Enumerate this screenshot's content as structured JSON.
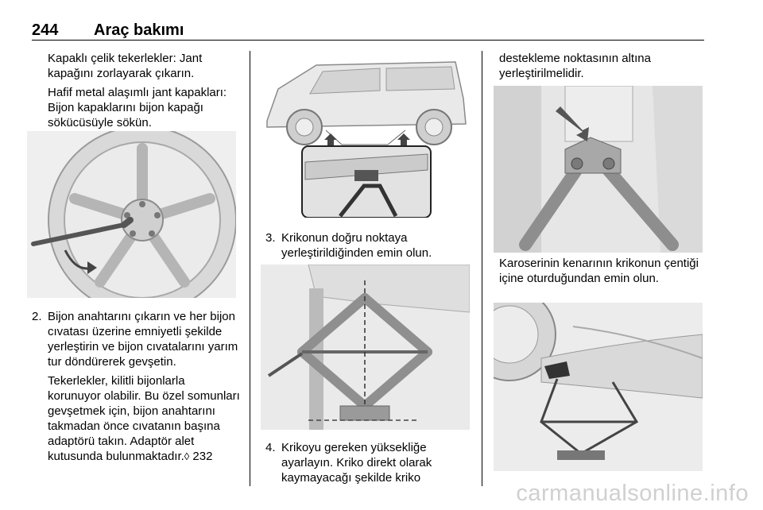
{
  "header": {
    "page_number": "244",
    "title": "Araç bakımı"
  },
  "col1": {
    "p1": "Kapaklı çelik tekerlekler: Jant kapağını zorlayarak çıkarın.",
    "p2": "Hafif metal alaşımlı jant kapakları: Bijon kapaklarını bijon kapağı sökücüsüyle sökün.",
    "step2_num": "2.",
    "step2_text": "Bijon anahtarını çıkarın ve her bijon cıvatası üzerine emniyetli şekilde yerleştirin ve bijon cıvatalarını yarım tur döndürerek gevşetin.",
    "p3": "Tekerlekler, kilitli bijonlarla korunuyor olabilir. Bu özel somunları gevşetmek için, bijon anahtarını takmadan önce cıvatanın başına adaptörü takın. Adaptör alet kutusunda bulunmaktadır.",
    "ref_icon": "reference-arrow-icon",
    "ref_glyph": "◊",
    "ref_page": "232"
  },
  "col2": {
    "step3_num": "3.",
    "step3_text": "Krikonun doğru noktaya yerleştirildiğinden emin olun.",
    "step4_num": "4.",
    "step4_text": "Krikoyu gereken yüksekliğe ayarlayın. Kriko direkt olarak kaymayacağı şekilde kriko"
  },
  "col3": {
    "p1": "destekleme noktasının altına yerleştirilmelidir.",
    "p2": "Karoserinin kenarının krikonun çentiği içine oturduğundan emin olun."
  },
  "watermark": "carmanualsonline.info"
}
